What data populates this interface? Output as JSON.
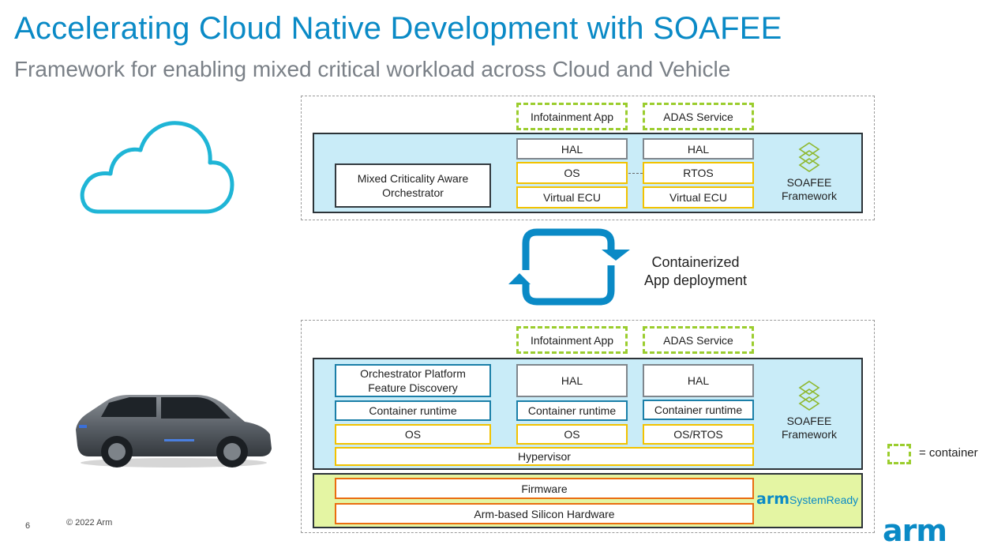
{
  "title": "Accelerating Cloud Native Development with SOAFEE",
  "subtitle": "Framework for enabling mixed critical workload across Cloud and Vehicle",
  "cloud": {
    "containers": [
      "Infotainment App",
      "ADAS Service"
    ],
    "orchestrator": "Mixed Criticality Aware Orchestrator",
    "stack1": {
      "hal": "HAL",
      "os": "OS",
      "vecu": "Virtual ECU"
    },
    "stack2": {
      "hal": "HAL",
      "os": "RTOS",
      "vecu": "Virtual ECU"
    },
    "framework": "SOAFEE Framework"
  },
  "deploy_label": "Containerized App deployment",
  "vehicle": {
    "containers": [
      "Infotainment App",
      "ADAS Service"
    ],
    "col1": {
      "orchestrator": "Orchestrator Platform Feature Discovery",
      "runtime": "Container runtime",
      "os": "OS"
    },
    "col2": {
      "hal": "HAL",
      "runtime": "Container runtime",
      "os": "OS"
    },
    "col3": {
      "hal": "HAL",
      "runtime": "Container runtime",
      "os": "OS/RTOS"
    },
    "hypervisor": "Hypervisor",
    "framework": "SOAFEE Framework",
    "firmware": "Firmware",
    "hardware": "Arm-based Silicon Hardware",
    "systemready_brand": "arm",
    "systemready_text": "SystemReady"
  },
  "legend": {
    "label": "= container"
  },
  "footer": {
    "page": "6",
    "copyright": "© 2022 Arm",
    "logo": "arm"
  },
  "colors": {
    "title_blue": "#0a8ac6",
    "panel_blue": "#c9ecf8",
    "panel_green": "#e4f5a3",
    "container_green": "#9bcd2e",
    "os_yellow": "#f2c200",
    "orange": "#ea6d10"
  }
}
